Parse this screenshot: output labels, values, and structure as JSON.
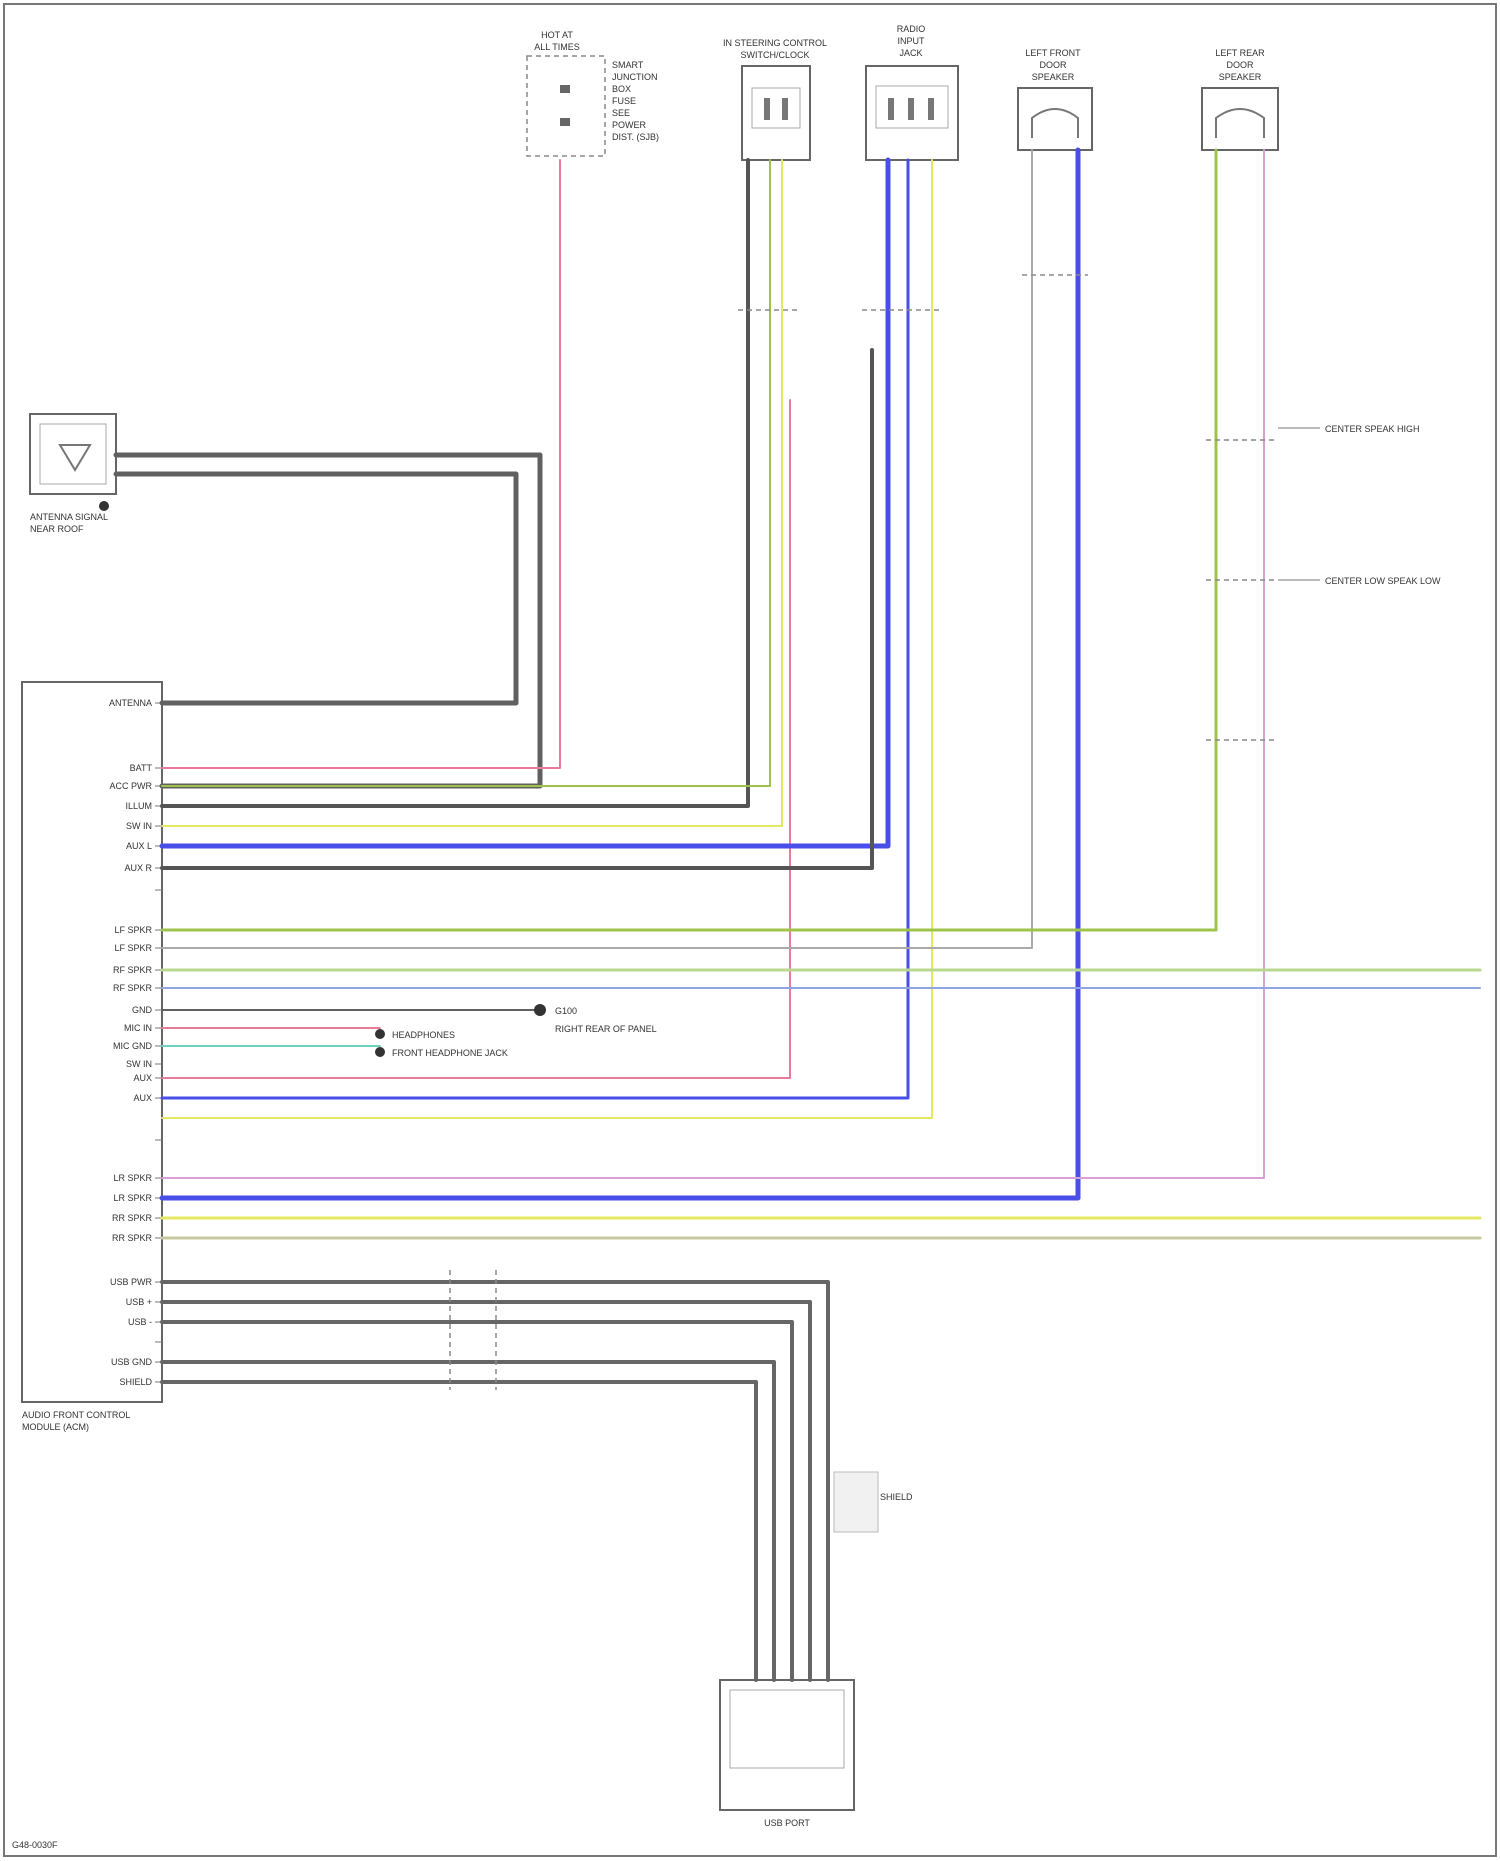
{
  "components": {
    "hot_fuse": [
      "HOT AT",
      "ALL TIMES"
    ],
    "hot_fuse_notes": [
      "SMART",
      "JUNCTION",
      "BOX",
      "FUSE",
      "SEE",
      "POWER",
      "DIST. (SJB)"
    ],
    "steering_control": [
      "IN STEERING CONTROL",
      "SWITCH/CLOCK"
    ],
    "radio_unit": [
      "RADIO",
      "INPUT",
      "JACK"
    ],
    "left_front_door": [
      "LEFT FRONT",
      "DOOR",
      "SPEAKER"
    ],
    "left_rear_door": [
      "LEFT REAR",
      "DOOR",
      "SPEAKER"
    ],
    "antenna": [
      "ANTENNA SIGNAL",
      "NEAR ROOF"
    ],
    "audio_module": [
      "AUDIO FRONT CONTROL",
      "MODULE (ACM)"
    ],
    "usb_hub": [
      "USB PORT"
    ]
  },
  "annotations": {
    "center_high": "CENTER SPEAK HIGH",
    "center_low": "CENTER LOW SPEAK LOW",
    "ground_label": "G100",
    "ground_note": "RIGHT REAR OF PANEL",
    "headphone_label": "HEADPHONES",
    "headphone_note": "FRONT HEADPHONE JACK",
    "usb_shield": "SHIELD",
    "footer": "G48-0030F"
  },
  "pins": [
    {
      "label": "ANTENNA"
    },
    {
      "label": "BATT"
    },
    {
      "label": "ACC PWR"
    },
    {
      "label": "ILLUM"
    },
    {
      "label": "SW IN"
    },
    {
      "label": "AUX L"
    },
    {
      "label": "AUX R"
    },
    {
      "label": ""
    },
    {
      "label": "LF SPKR"
    },
    {
      "label": "LF SPKR"
    },
    {
      "label": "RF SPKR"
    },
    {
      "label": "RF SPKR"
    },
    {
      "label": "GND"
    },
    {
      "label": "MIC IN"
    },
    {
      "label": "MIC GND"
    },
    {
      "label": "SW IN"
    },
    {
      "label": "AUX"
    },
    {
      "label": "AUX"
    },
    {
      "label": ""
    },
    {
      "label": "LR SPKR"
    },
    {
      "label": "LR SPKR"
    },
    {
      "label": "RR SPKR"
    },
    {
      "label": "RR SPKR"
    },
    {
      "label": "USB PWR"
    },
    {
      "label": "USB +"
    },
    {
      "label": "USB -"
    },
    {
      "label": ""
    },
    {
      "label": "USB GND"
    },
    {
      "label": "SHIELD"
    }
  ],
  "colors": {
    "pink": "#e87a9a",
    "gray": "#606060",
    "dark": "#555555",
    "green": "#9fc34a",
    "yellow": "#e4e860",
    "blue": "#4a4ee8",
    "light_blue": "#8fa4e0",
    "light_green": "#b8d890",
    "lavender": "#d8a0d8"
  }
}
